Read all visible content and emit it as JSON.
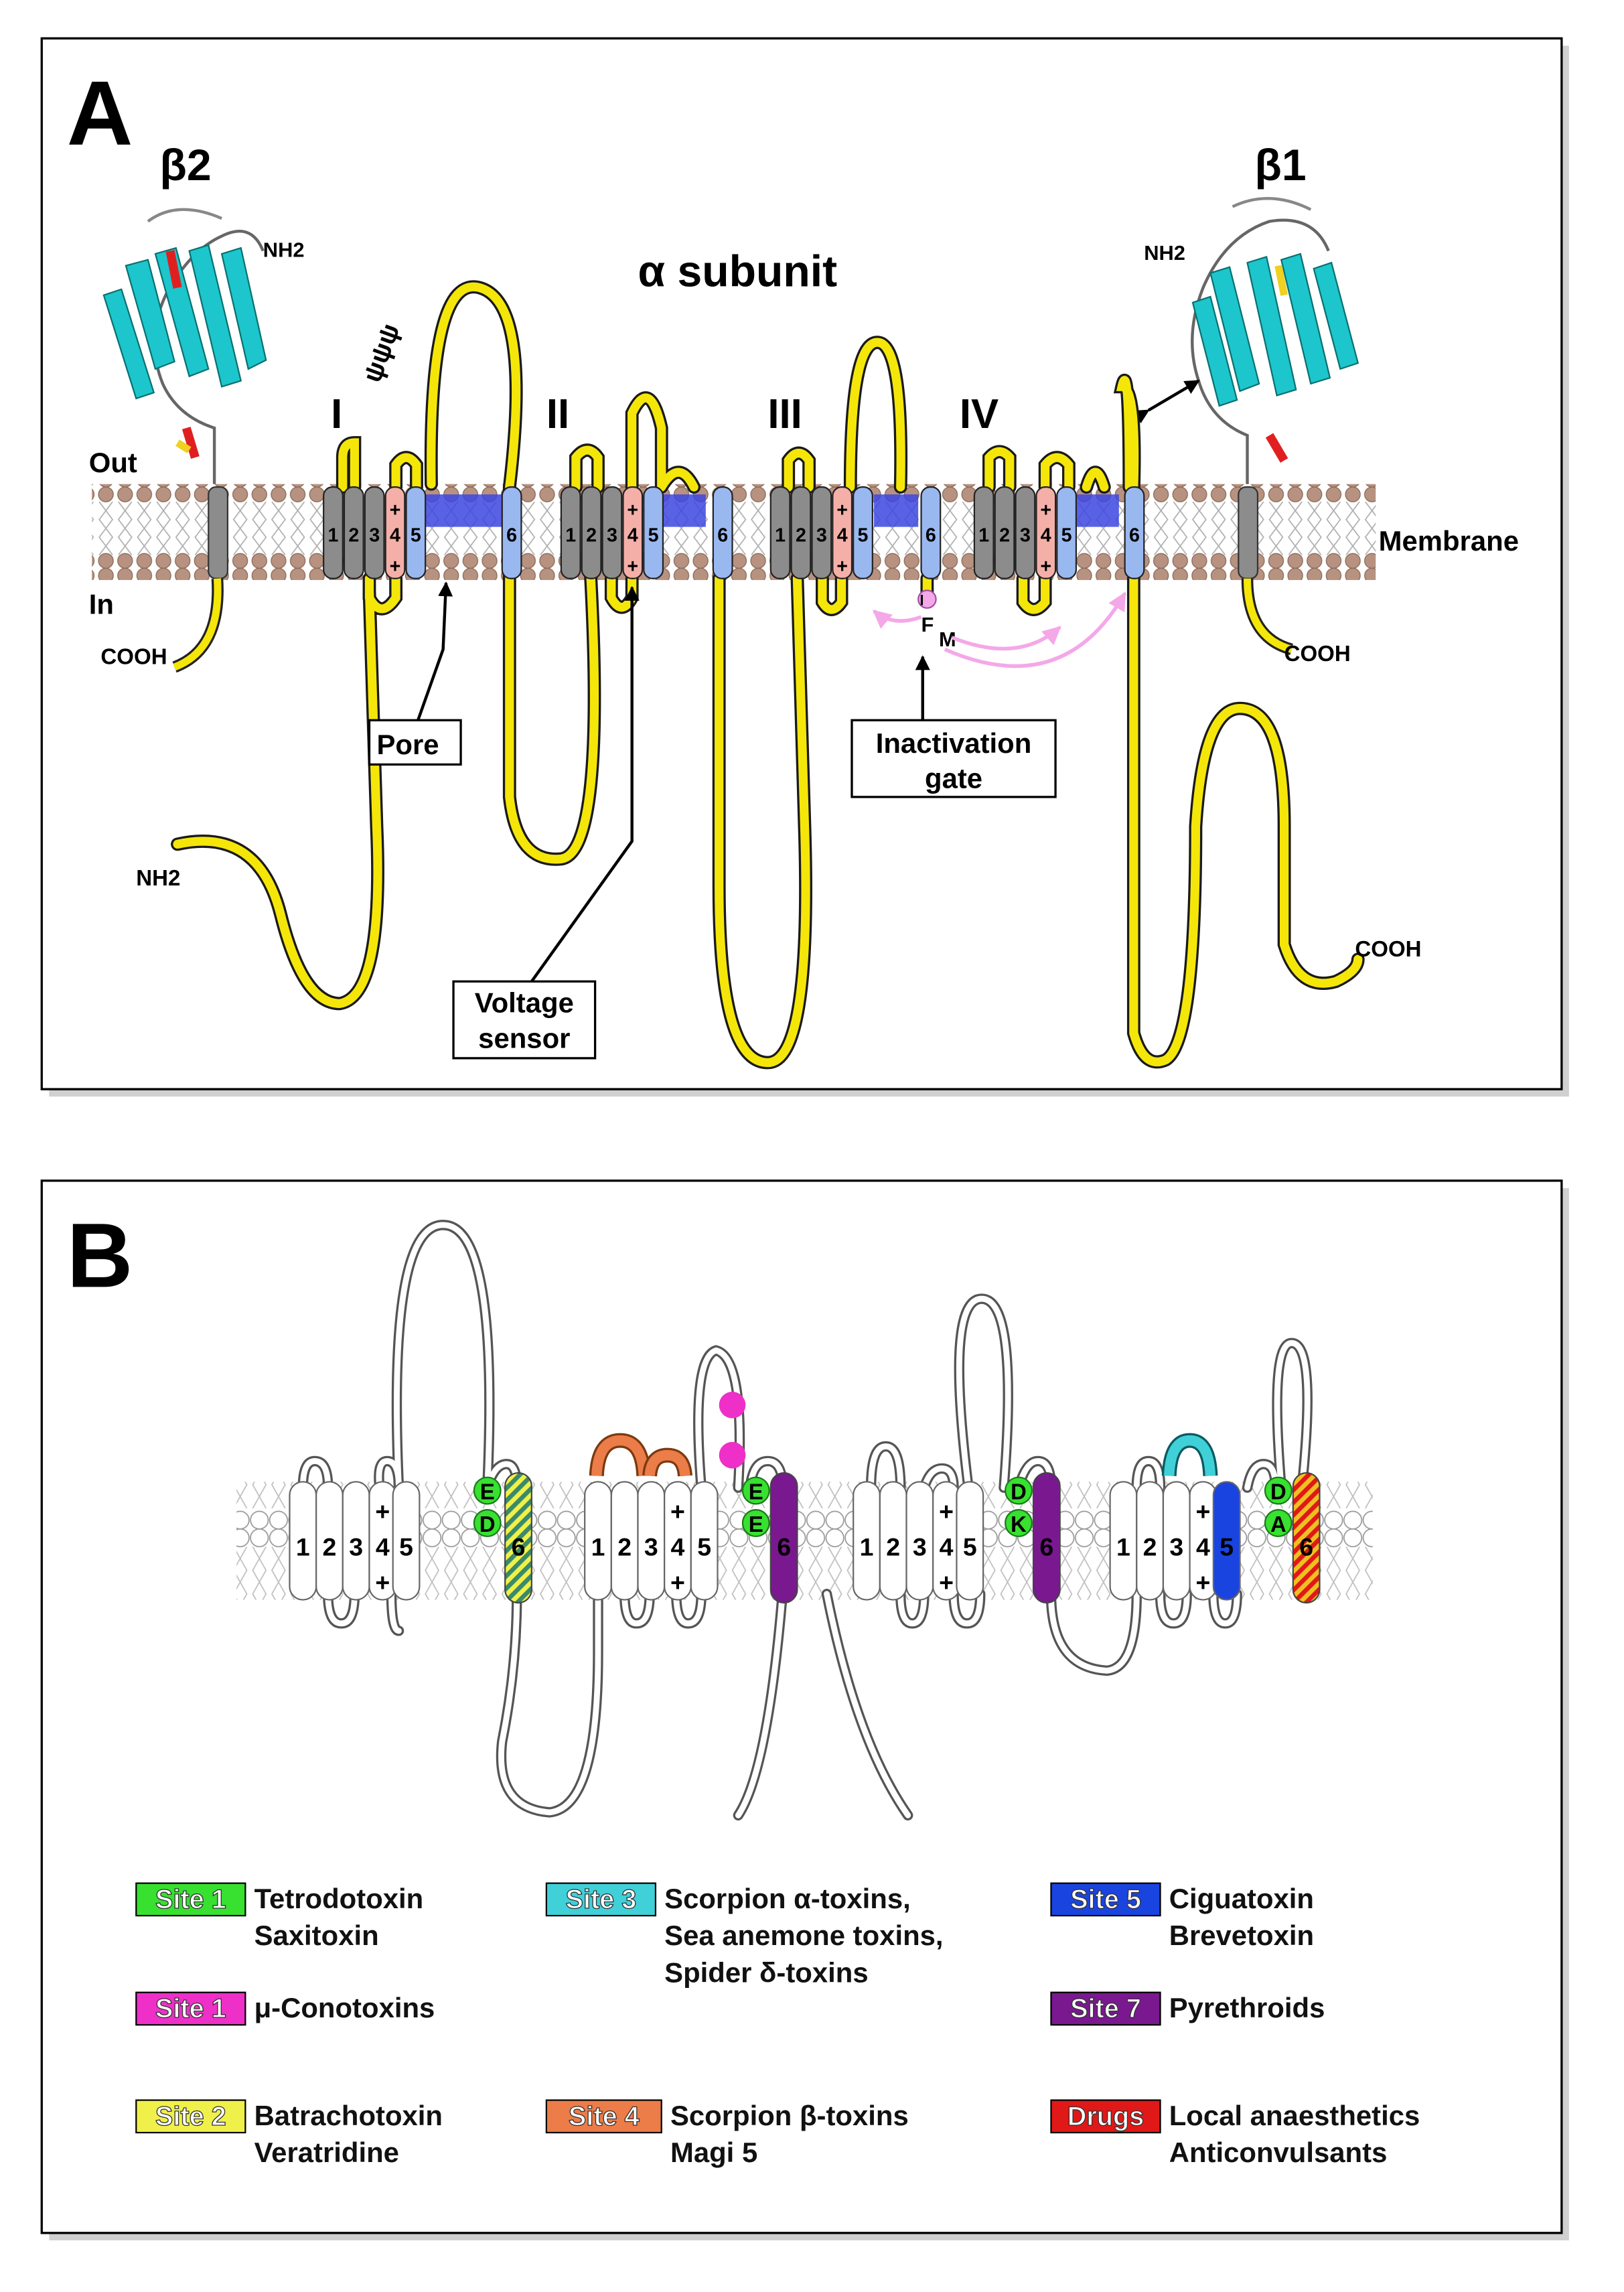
{
  "panel_a": {
    "letter": "A",
    "beta2_label": "β2",
    "beta1_label": "β1",
    "alpha_label": "α subunit",
    "out_label": "Out",
    "in_label": "In",
    "membrane_label": "Membrane",
    "domains": [
      "I",
      "II",
      "III",
      "IV"
    ],
    "segment_numbers": [
      "1",
      "2",
      "3",
      "4",
      "5",
      "6"
    ],
    "nh2": "NH2",
    "cooh": "COOH",
    "pore_label": "Pore",
    "voltage_sensor_line1": "Voltage",
    "voltage_sensor_line2": "sensor",
    "inactivation_line1": "Inactivation",
    "inactivation_line2": "gate",
    "ifm": [
      "I",
      "F",
      "M"
    ],
    "glyco": "ψψψ",
    "colors": {
      "loop": "#f5e60a",
      "segment_gray": "#8c8c8c",
      "segment_s4": "#f4b0a8",
      "segment_pore": "#9ab8f0",
      "pore_blue": "#3c46e0",
      "beta_cyan": "#1cc6cc",
      "lipid_head": "#b89280",
      "arrow_pink": "#f4a8e8"
    }
  },
  "panel_b": {
    "letter": "B",
    "segment_numbers": [
      "1",
      "2",
      "3",
      "4",
      "5",
      "6"
    ],
    "residues": {
      "d1": [
        "E",
        "D"
      ],
      "d2": [
        "E",
        "E"
      ],
      "d3": [
        "D",
        "K"
      ],
      "d4": [
        "D",
        "A"
      ]
    },
    "legend": [
      {
        "tag": "Site 1",
        "color": "#38e030",
        "lines": [
          "Tetrodotoxin",
          "Saxitoxin"
        ]
      },
      {
        "tag": "Site 1",
        "color": "#ee30c8",
        "lines": [
          "μ-Conotoxins"
        ]
      },
      {
        "tag": "Site 2",
        "color": "#f0f04a",
        "lines": [
          "Batrachotoxin",
          "Veratridine"
        ]
      },
      {
        "tag": "Site 3",
        "color": "#40d0d8",
        "lines": [
          "Scorpion α-toxins,",
          "Sea anemone toxins,",
          "Spider δ-toxins"
        ]
      },
      {
        "tag": "Site 4",
        "color": "#ec7c48",
        "lines": [
          "Scorpion β-toxins",
          "Magi 5"
        ]
      },
      {
        "tag": "Site 5",
        "color": "#1a44e0",
        "lines": [
          "Ciguatoxin",
          "Brevetoxin"
        ]
      },
      {
        "tag": "Site 7",
        "color": "#7a1890",
        "lines": [
          "Pyrethroids"
        ]
      },
      {
        "tag": "Drugs",
        "color": "#e01818",
        "lines": [
          "Local anaesthetics",
          "Anticonvulsants"
        ]
      }
    ]
  }
}
